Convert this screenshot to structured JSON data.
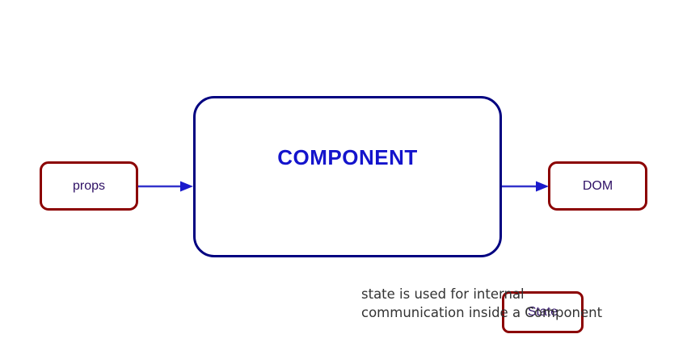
{
  "diagram": {
    "nodes": {
      "props": {
        "label": "props"
      },
      "component": {
        "title": "COMPONENT"
      },
      "state": {
        "label": "State"
      },
      "dom": {
        "label": "DOM"
      }
    },
    "arrows": {
      "props_to_component": {
        "name": "arrow-props-to-component"
      },
      "component_to_dom": {
        "name": "arrow-component-to-dom"
      }
    },
    "caption": "state is used for internal\ncommunication inside a Component",
    "colors": {
      "node_border": "#8b0000",
      "node_text": "#2e1065",
      "component_border": "#000080",
      "component_title": "#1414cc",
      "arrow": "#3333cc",
      "caption_text": "#333333",
      "background": "#ffffff"
    }
  }
}
